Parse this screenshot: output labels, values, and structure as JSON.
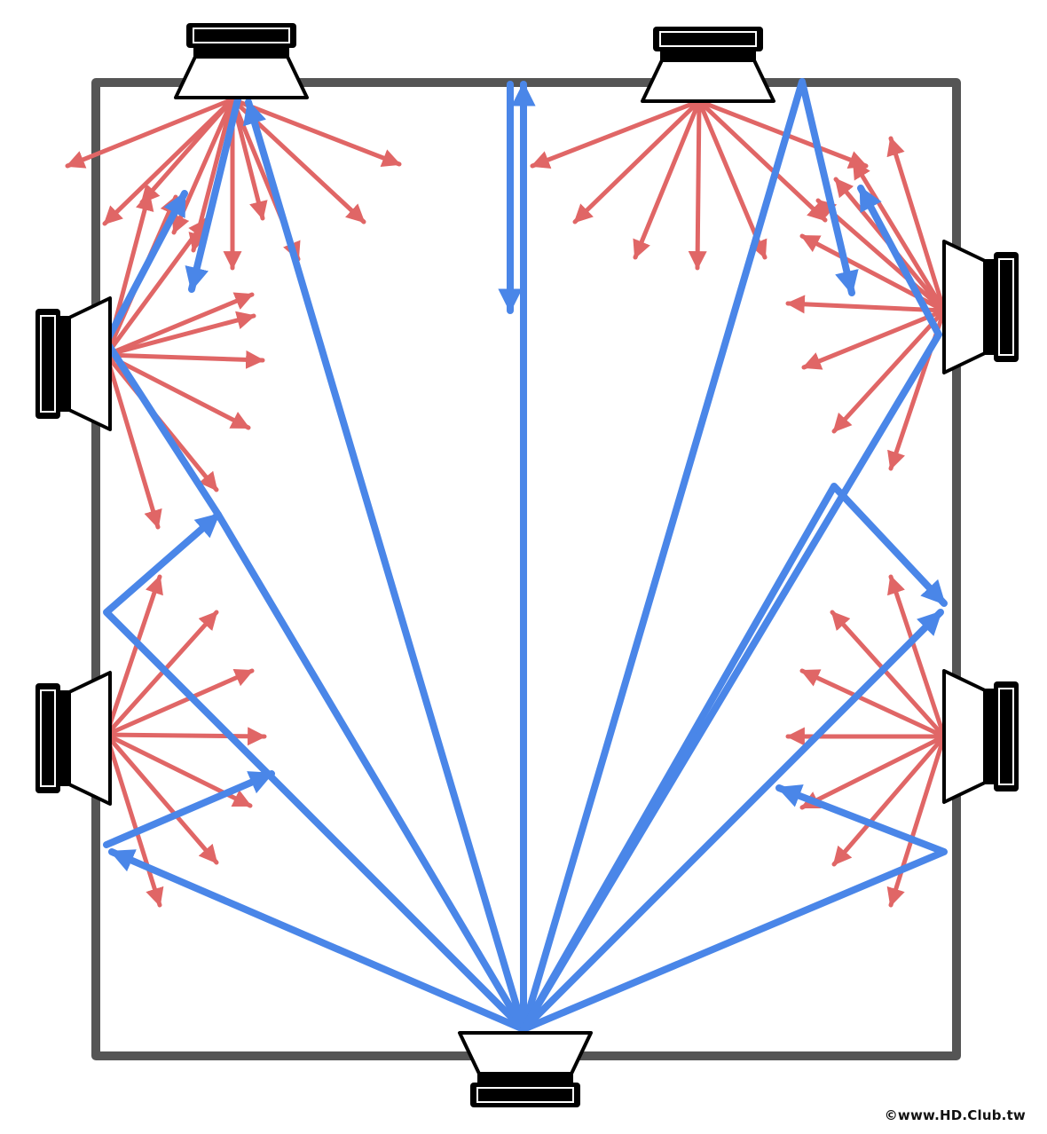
{
  "watermark": "©www.HD.Club.tw",
  "colors": {
    "room_wall": "#555555",
    "direct_sound": "#4a86e8",
    "reflection": "#e06666",
    "speaker_magnet": "#000000",
    "speaker_cone": "#ffffff"
  },
  "speakers": [
    {
      "name": "speaker-top-left-icon",
      "facing": "down"
    },
    {
      "name": "speaker-top-right-icon",
      "facing": "down"
    },
    {
      "name": "speaker-left-upper-icon",
      "facing": "right"
    },
    {
      "name": "speaker-left-lower-icon",
      "facing": "right"
    },
    {
      "name": "speaker-right-upper-icon",
      "facing": "left"
    },
    {
      "name": "speaker-right-lower-icon",
      "facing": "left"
    },
    {
      "name": "speaker-bottom-center-icon",
      "facing": "up"
    }
  ]
}
